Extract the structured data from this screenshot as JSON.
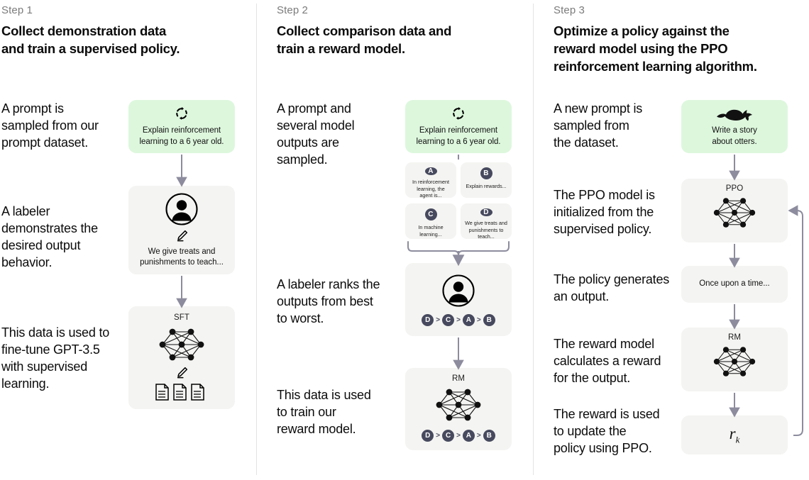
{
  "colors": {
    "green_box": "#ddf7dd",
    "gray_box": "#f4f4f2",
    "badge": "#474a5e",
    "arrow": "#8d8c9e",
    "divider": "#e3e3e3",
    "step_label": "#7b7b7b",
    "text": "#0b0b0b"
  },
  "columns": [
    {
      "step_label": "Step 1",
      "title": "Collect demonstration data\nand train a supervised policy.",
      "captions": [
        "A prompt is\nsampled from our\nprompt dataset.",
        "A labeler\ndemonstrates the\ndesired output\nbehavior.",
        "This data is used to\nfine-tune GPT-3.5\nwith supervised\nlearning."
      ],
      "nodes": [
        {
          "kind": "prompt",
          "style": "green",
          "icon": "refresh-cycle-icon",
          "text": "Explain reinforcement\nlearning to a 6 year old."
        },
        {
          "kind": "labeler",
          "style": "gray",
          "icon": "person-icon",
          "secondary_icon": "pencil-icon",
          "text": "We give treats and\npunishments to teach..."
        },
        {
          "kind": "model",
          "style": "gray",
          "title": "SFT",
          "icon": "neural-network-icon",
          "secondary_icon": "pencil-icon",
          "tertiary_icon": "documents-icon"
        }
      ]
    },
    {
      "step_label": "Step 2",
      "title": "Collect comparison data and\ntrain a reward model.",
      "captions": [
        "A prompt and\nseveral model\noutputs are\nsampled.",
        "A labeler ranks the\noutputs from best\nto worst.",
        "This data is used\nto train our\nreward model."
      ],
      "nodes": [
        {
          "kind": "prompt",
          "style": "green",
          "icon": "refresh-cycle-icon",
          "text": "Explain reinforcement\nlearning to a 6 year old."
        },
        {
          "kind": "options",
          "items": [
            {
              "badge": "A",
              "text": "In reinforcement\nlearning, the\nagent is..."
            },
            {
              "badge": "B",
              "text": "Explain rewards..."
            },
            {
              "badge": "C",
              "text": "In machine\nlearning..."
            },
            {
              "badge": "D",
              "text": "We give treats and\npunishments to\nteach..."
            }
          ]
        },
        {
          "kind": "labeler-rank",
          "style": "gray",
          "icon": "person-icon",
          "ranking": [
            "D",
            "C",
            "A",
            "B"
          ],
          "separator": ">"
        },
        {
          "kind": "model-rank",
          "style": "gray",
          "title": "RM",
          "icon": "neural-network-icon",
          "ranking": [
            "D",
            "C",
            "A",
            "B"
          ],
          "separator": ">"
        }
      ]
    },
    {
      "step_label": "Step 3",
      "title": "Optimize a policy against the\nreward model using the PPO\nreinforcement learning algorithm.",
      "captions": [
        "A new prompt is\nsampled from\nthe dataset.",
        "The PPO model is\ninitialized from the\nsupervised policy.",
        "The policy generates\nan output.",
        "The reward model\ncalculates a reward\nfor the output.",
        "The reward is used\nto update the\npolicy using PPO."
      ],
      "nodes": [
        {
          "kind": "prompt",
          "style": "green",
          "icon": "otter-icon",
          "text": "Write a story\nabout otters."
        },
        {
          "kind": "model",
          "style": "gray",
          "title": "PPO",
          "icon": "neural-network-icon"
        },
        {
          "kind": "output",
          "style": "gray",
          "text": "Once upon a time..."
        },
        {
          "kind": "model",
          "style": "gray",
          "title": "RM",
          "icon": "neural-network-icon"
        },
        {
          "kind": "reward",
          "style": "gray",
          "text": "r",
          "subscript": "k"
        }
      ]
    }
  ]
}
